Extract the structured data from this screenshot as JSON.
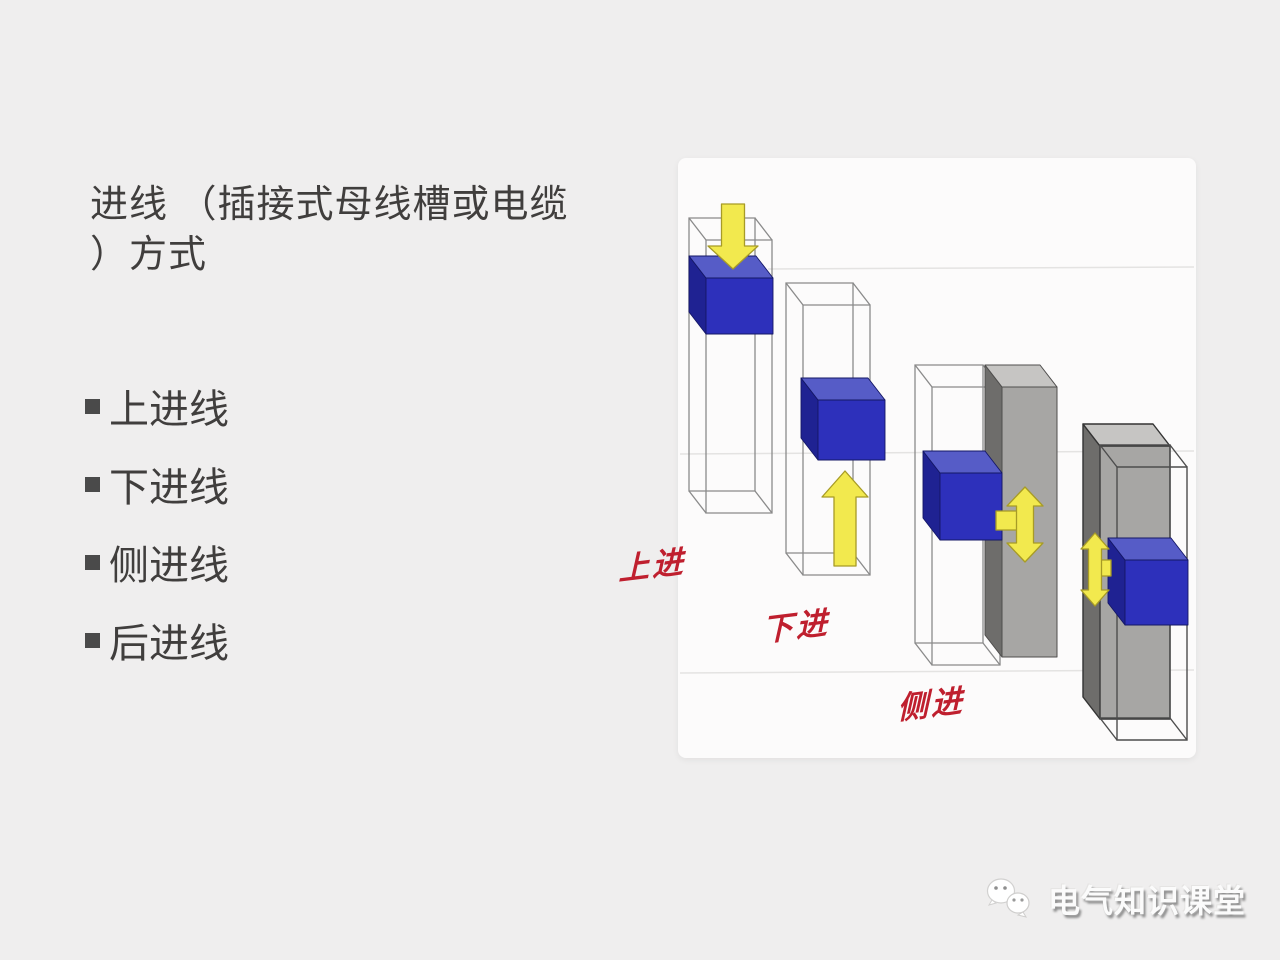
{
  "slide": {
    "title": "进线 （插接式母线槽或电缆）方式",
    "title_lines": [
      "进线 （插接式母线槽或电缆",
      "）方式"
    ],
    "bullets": [
      {
        "label": "上进线"
      },
      {
        "label": "下进线"
      },
      {
        "label": "侧进线"
      },
      {
        "label": "后进线"
      }
    ]
  },
  "diagram": {
    "annotations": [
      {
        "id": "top-entry",
        "text": "上进"
      },
      {
        "id": "bottom-entry",
        "text": "下进"
      },
      {
        "id": "side-entry",
        "text": "侧进"
      }
    ],
    "cabinets": [
      {
        "id": "top-entry",
        "arrow": "down"
      },
      {
        "id": "bottom-entry",
        "arrow": "up"
      },
      {
        "id": "side-entry",
        "arrow": "vertical-double"
      },
      {
        "id": "rear-entry",
        "arrow": "vertical-double"
      }
    ]
  },
  "footer": {
    "logo_text": "电气知识课堂"
  },
  "colors": {
    "background": "#efeeee",
    "panel": "#fcfbfb",
    "text": "#403e3d",
    "label_red": "#bf1f2e",
    "cube_front": "#2d30bb",
    "cube_top": "#565cc7",
    "cube_left": "#1f2292",
    "cube_stroke": "#141766",
    "gray_front": "#a7a6a4",
    "gray_top": "#c6c5c3",
    "gray_left": "#6e6d6b",
    "gray_stroke": "#4f4e4d",
    "wire_stroke": "#8a8a8a",
    "wire_stroke_dark": "#4d4d4d",
    "arrow_fill": "#f2e94e",
    "arrow_stroke": "#a79b26",
    "gridline": "#e4e3e2"
  }
}
